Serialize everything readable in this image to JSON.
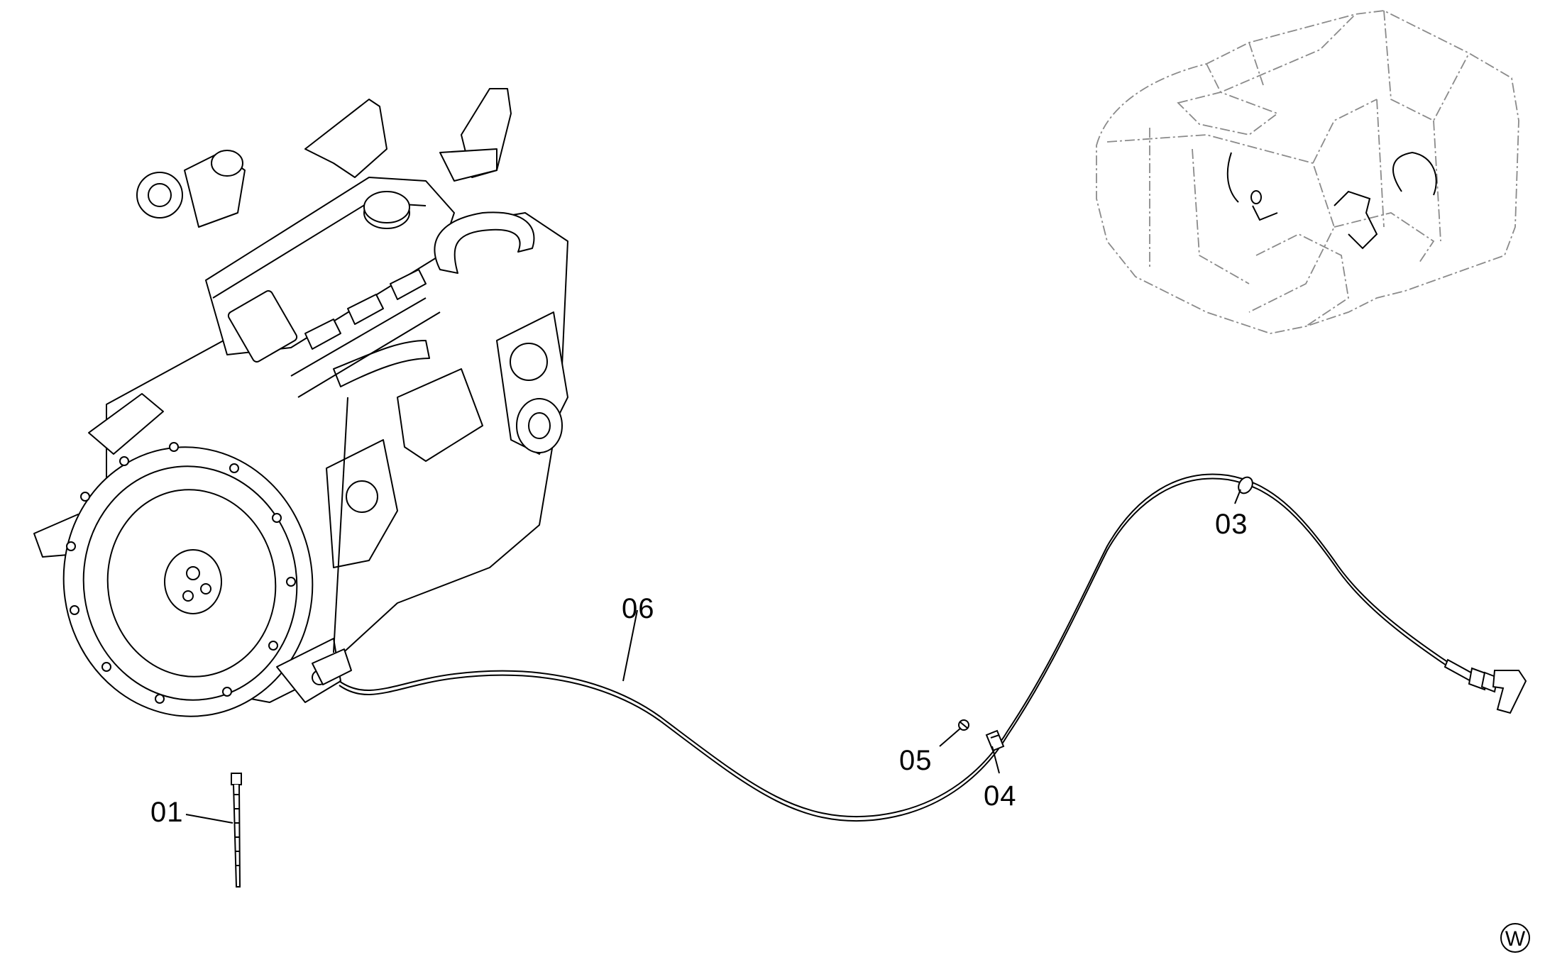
{
  "callouts": [
    {
      "id": "callout-01",
      "text": "01"
    },
    {
      "id": "callout-03",
      "text": "03"
    },
    {
      "id": "callout-04",
      "text": "04"
    },
    {
      "id": "callout-05",
      "text": "05"
    },
    {
      "id": "callout-06",
      "text": "06"
    }
  ],
  "corner_mark": "W",
  "line_color": "#000000",
  "ghost_color": "#8a8a8a"
}
